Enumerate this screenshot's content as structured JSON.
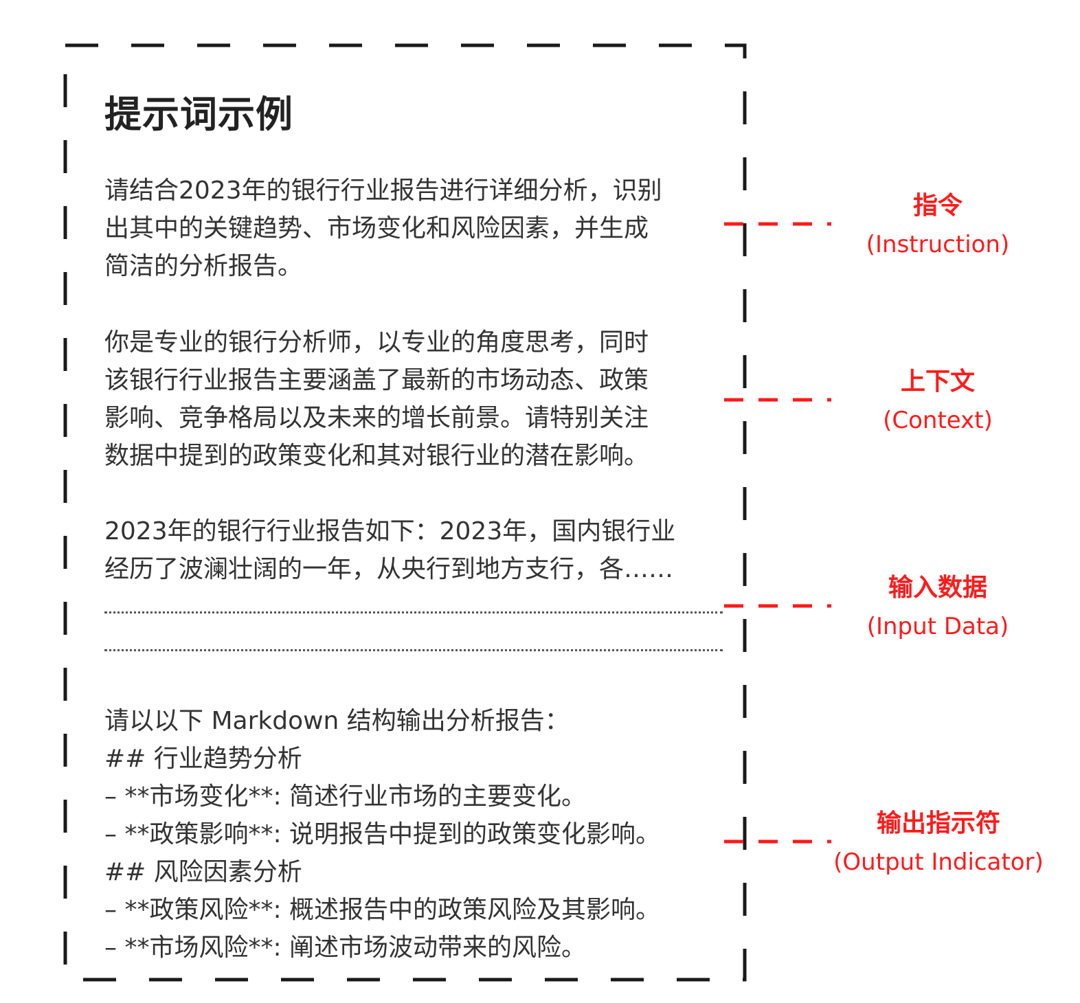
{
  "title": "提示词示例",
  "sections": {
    "instruction": {
      "lines": [
        "请结合2023年的银行行业报告进行详细分析，识别",
        "出其中的关键趋势、市场变化和风险因素，并生成",
        "简洁的分析报告。"
      ],
      "label_zh": "指令",
      "label_en": "(Instruction)"
    },
    "context": {
      "lines": [
        "你是专业的银行分析师，以专业的角度思考，同时",
        "该银行行业报告主要涵盖了最新的市场动态、政策",
        "影响、竞争格局以及未来的增长前景。请特别关注",
        "数据中提到的政策变化和其对银行业的潜在影响。"
      ],
      "label_zh": "上下文",
      "label_en": "(Context)"
    },
    "input_data": {
      "lines": [
        "2023年的银行行业报告如下：2023年，国内银行业",
        "经历了波澜壮阔的一年，从央行到地方支行，各……"
      ],
      "label_zh": "输入数据",
      "label_en": "(Input Data)"
    },
    "output_indicator": {
      "lines": [
        "请以以下 Markdown 结构输出分析报告：",
        "## 行业趋势分析",
        "– **市场变化**: 简述行业市场的主要变化。",
        "– **政策影响**: 说明报告中提到的政策变化影响。",
        "## 风险因素分析",
        "– **政策风险**: 概述报告中的政策风险及其影响。",
        "– **市场风险**: 阐述市场波动带来的风险。"
      ],
      "label_zh": "输出指示符",
      "label_en": "(Output Indicator)"
    }
  },
  "colors": {
    "text": "#333333",
    "title": "#222222",
    "frame": "#1a1a1a",
    "connector": "#ff1a1a",
    "label": "#ff1a1a"
  }
}
